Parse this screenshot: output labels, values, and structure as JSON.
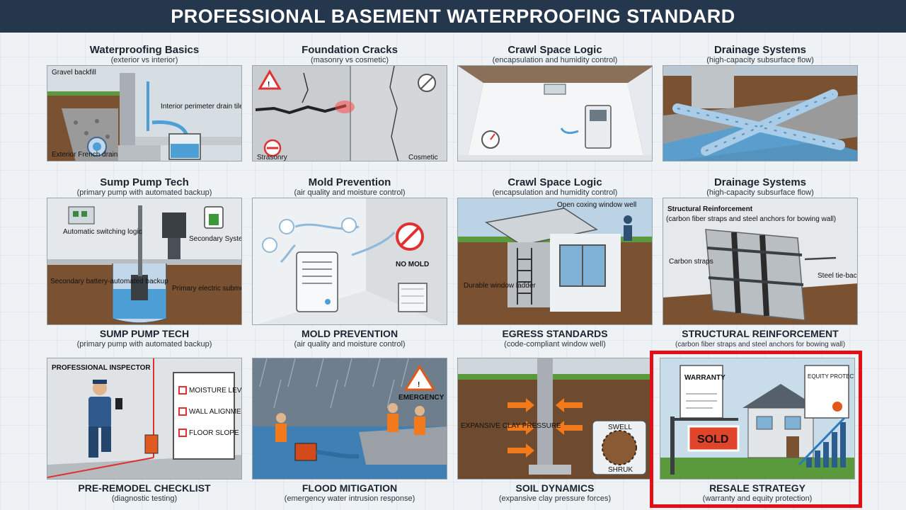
{
  "header": {
    "title": "PROFESSIONAL BASEMENT WATERPROOFING STANDARD"
  },
  "cells": [
    {
      "title": "Waterproofing Basics",
      "subtitle": "(exterior vs interior)",
      "labels": {
        "gravel": "Gravel backfill",
        "interior": "Interior perimeter drain tile",
        "exterior": "Exterior French drain"
      }
    },
    {
      "title": "Foundation Cracks",
      "subtitle": "(masonry vs cosmetic)",
      "labels": {
        "left": "Strasonry",
        "right": "Cosmetic"
      }
    },
    {
      "title": "Crawl Space Logic",
      "subtitle": "(encapsulation and humidity control)"
    },
    {
      "title": "Drainage Systems",
      "subtitle": "(high-capacity subsurface flow)"
    },
    {
      "title_top": "Sump Pump Tech",
      "subtitle_top": "(primary pump with automated backup)",
      "title": "SUMP PUMP TECH",
      "subtitle": "(primary pump with automated backup)",
      "labels": {
        "switch": "Automatic switching logic",
        "secondary": "Secondary System",
        "battery": "Secondary battery-automated backup",
        "primary": "Primary electric submersible pump"
      }
    },
    {
      "title_top": "Mold Prevention",
      "subtitle_top": "(air quality and moisture control)",
      "title": "MOLD PREVENTION",
      "subtitle": "(air quality and moisture control)",
      "labels": {
        "nomold": "NO MOLD"
      }
    },
    {
      "title_top": "Crawl Space Logic",
      "subtitle_top": "(encapsulation and humidity control)",
      "title": "EGRESS STANDARDS",
      "subtitle": "(code-compliant window well)",
      "labels": {
        "well": "Open coxing window well",
        "ladder": "Durable window ladder"
      }
    },
    {
      "title_top": "Drainage Systems",
      "subtitle_top": "(high-capacity subsurface flow)",
      "inner_title": "Structural Reinforcement",
      "inner_subtitle": "(carbon fiber straps and steel anchors for bowing wall)",
      "title": "STRUCTURAL REINFORCEMENT",
      "subtitle": "(carbon fiber straps and steel anchors for bowing wall)",
      "labels": {
        "carbon": "Carbon straps",
        "steel": "Steel tie-back"
      }
    },
    {
      "title": "PRE-REMODEL CHECKLIST",
      "subtitle": "(diagnostic testing)",
      "labels": {
        "inspector": "PROFESSIONAL INSPECTOR",
        "c1": "MOISTURE LEVEL",
        "c2": "WALL ALIGNMENT",
        "c3": "FLOOR SLOPE"
      }
    },
    {
      "title": "FLOOD MITIGATION",
      "subtitle": "(emergency water intrusion response)",
      "labels": {
        "emergency": "EMERGENCY"
      }
    },
    {
      "title": "SOIL DYNAMICS",
      "subtitle": "(expansive clay pressure forces)",
      "labels": {
        "clay": "EXPANSIVE CLAY PRESSURE",
        "swell": "SWELL",
        "shrink": "SHRUK"
      }
    },
    {
      "title": "RESALE STRATEGY",
      "subtitle": "(warranty and equity protection)",
      "labels": {
        "warranty": "WARRANTY",
        "equity": "EQUITY PROTECTION",
        "sold": "SOLD"
      }
    }
  ],
  "colors": {
    "banner": "#24374d",
    "highlight": "#e30e16",
    "water": "#4d9fd6",
    "soil": "#7a5232",
    "grass": "#5a9a3c"
  }
}
